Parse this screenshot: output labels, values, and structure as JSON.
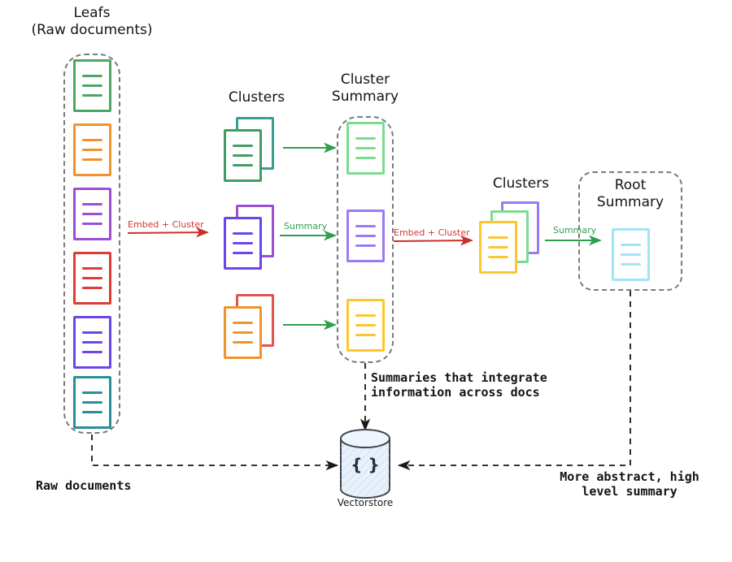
{
  "diagram": {
    "title_labels": {
      "leafs": "Leafs\n(Raw documents)",
      "clusters_1": "Clusters",
      "cluster_summary": "Cluster\nSummary",
      "clusters_2": "Clusters",
      "root_summary": "Root\nSummary"
    },
    "arrows": {
      "embed_cluster_1": "Embed + Cluster",
      "summary_1": "Summary",
      "embed_cluster_2": "Embed + Cluster",
      "summary_2": "Summary"
    },
    "annotations": {
      "summaries_note": "Summaries that integrate\ninformation across docs",
      "raw_documents": "Raw documents",
      "abstract_note": "More abstract, high\nlevel summary"
    },
    "vectorstore": {
      "label": "Vectorstore",
      "glyph": "{ }",
      "fill": "#e8f1fa",
      "stroke": "#3d4550"
    },
    "colors": {
      "green": "#4da664",
      "orange": "#f0932b",
      "purple": "#9b4fd1",
      "red": "#e03b35",
      "violet": "#6b46e8",
      "teal": "#2a8e98",
      "seagreen": "#3f9e63",
      "teal2": "#3a9e8e",
      "lightgreen": "#7ddb8f",
      "lightpurple": "#9b7af5",
      "yellow": "#fcc72e",
      "cyan": "#9fe5f2",
      "red2": "#e0564f",
      "arrow_red": "#c9302c",
      "arrow_green": "#2e9e4f",
      "dash": "#7a7a7a",
      "ink": "#111111"
    },
    "leaf_documents": [
      {
        "name": "leaf-doc-1",
        "color": "#4da664"
      },
      {
        "name": "leaf-doc-2",
        "color": "#f0932b"
      },
      {
        "name": "leaf-doc-3",
        "color": "#9b4fd1"
      },
      {
        "name": "leaf-doc-4",
        "color": "#e03b35"
      },
      {
        "name": "leaf-doc-5",
        "color": "#6b46e8"
      },
      {
        "name": "leaf-doc-6",
        "color": "#2a8e98"
      }
    ],
    "cluster_stacks_1": [
      {
        "name": "cluster-stack-green",
        "front": "#4da664",
        "back": "#3a9e8e"
      },
      {
        "name": "cluster-stack-purple",
        "front": "#6b46e8",
        "back": "#9b4fd1"
      },
      {
        "name": "cluster-stack-orange",
        "front": "#f0932b",
        "back": "#e0564f"
      }
    ],
    "cluster_summaries": [
      {
        "name": "cluster-summary-green",
        "color": "#7ddb8f"
      },
      {
        "name": "cluster-summary-purple",
        "color": "#9b7af5"
      },
      {
        "name": "cluster-summary-yellow",
        "color": "#fcc72e"
      }
    ],
    "cluster_stack_2": {
      "name": "cluster-stack-root",
      "front": "#fcc72e",
      "mid": "#7ddb8f",
      "back": "#9b7af5"
    },
    "root_summary_doc": {
      "name": "root-summary-doc",
      "color": "#9fe5f2"
    }
  }
}
